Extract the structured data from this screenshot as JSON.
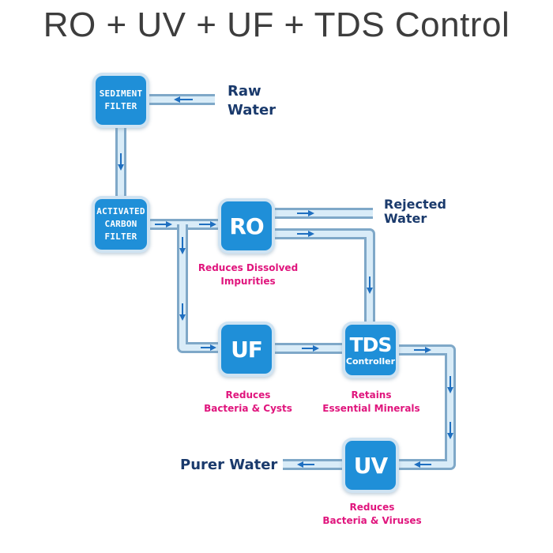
{
  "title": "RO + UV + UF + TDS Control",
  "stages": {
    "sediment": {
      "line1": "SEDIMENT",
      "line2": "FILTER"
    },
    "carbon": {
      "line1": "ACTIVATED",
      "line2": "CARBON",
      "line3": "FILTER"
    },
    "ro": {
      "label": "RO",
      "note_line1": "Reduces Dissolved",
      "note_line2": "Impurities"
    },
    "uf": {
      "label": "UF",
      "note_line1": "Reduces",
      "note_line2": "Bacteria & Cysts"
    },
    "tds": {
      "label": "TDS",
      "sublabel": "Controller",
      "note_line1": "Retains",
      "note_line2": "Essential Minerals"
    },
    "uv": {
      "label": "UV",
      "note_line1": "Reduces",
      "note_line2": "Bacteria & Viruses"
    }
  },
  "flows": {
    "raw_water_line1": "Raw",
    "raw_water_line2": "Water",
    "rejected_line1": "Rejected",
    "rejected_line2": "Water",
    "purer_water": "Purer Water"
  },
  "colors": {
    "stage_box": "#1f8fd8",
    "pipe": "#7fa8c8",
    "flow_arrow": "#1f6fc0",
    "note_text": "#e0157d",
    "flow_label": "#1a3a6c"
  }
}
